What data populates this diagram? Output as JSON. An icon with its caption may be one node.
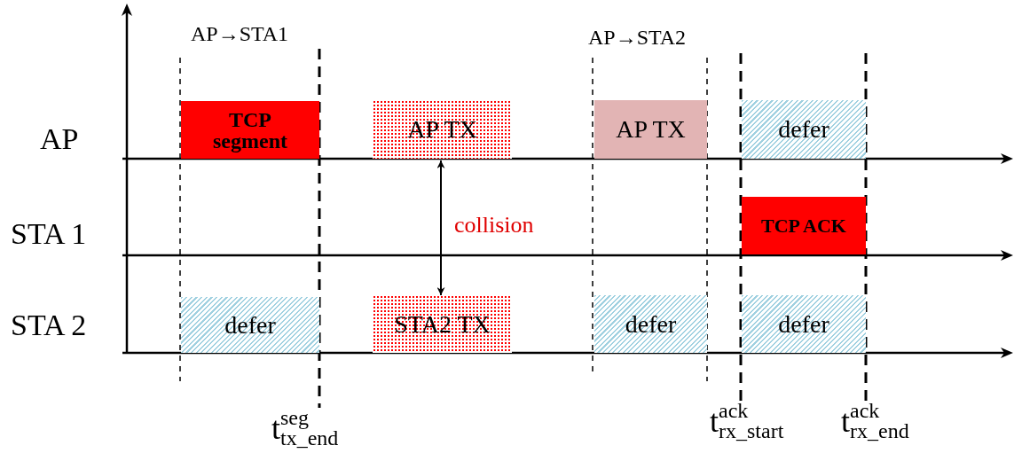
{
  "diagram": {
    "nodes": [
      {
        "text": [
          "TCP segment"
        ]
      },
      {
        "text": [
          "AP TX"
        ]
      },
      {
        "text": [
          "AP TX"
        ]
      },
      {
        "text": [
          "defer"
        ]
      },
      {
        "text": [
          "TCP ACK"
        ]
      },
      {
        "text": [
          "defer"
        ]
      },
      {
        "text": [
          "STA2 TX"
        ]
      },
      {
        "text": [
          "defer"
        ]
      },
      {
        "text": [
          "defer"
        ]
      }
    ],
    "edges": [
      {
        "from": 1,
        "to": 6,
        "arrow": "both",
        "label": "collision"
      }
    ],
    "labels": [
      "AP→STA1",
      "AP→STA2",
      "AP",
      "STA 1",
      "STA 2",
      "t$^{seg}$$_{tx_end}$",
      "t$^{ack}$$_{rx_start}$",
      "t$^{ack}$$_{rx_end}$"
    ]
  }
}
